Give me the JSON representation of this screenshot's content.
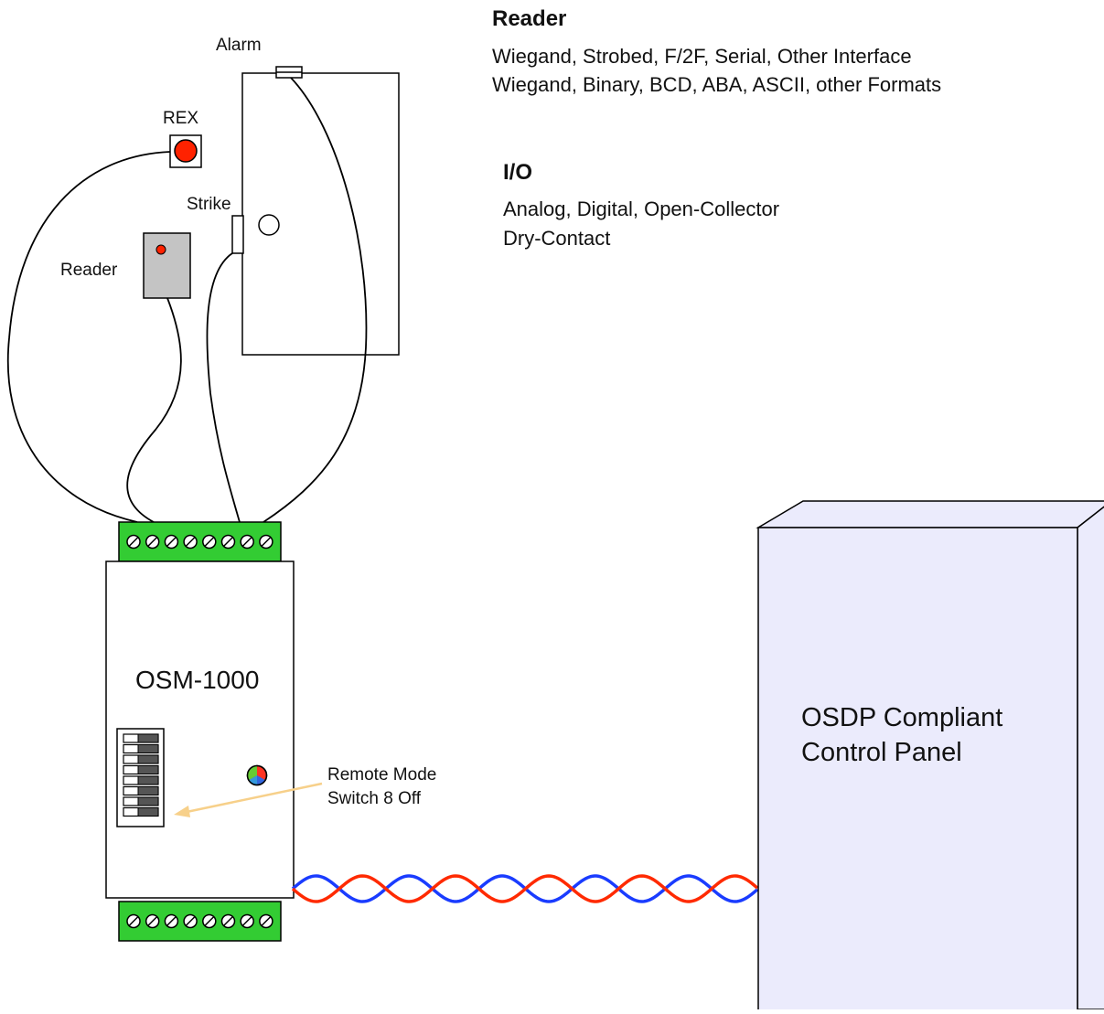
{
  "labels": {
    "alarm": "Alarm",
    "rex": "REX",
    "strike": "Strike",
    "reader": "Reader",
    "device_name": "OSM-1000",
    "remote_mode": "Remote Mode",
    "switch_8_off": "Switch 8 Off",
    "panel_line1": "OSDP Compliant",
    "panel_line2": "Control Panel"
  },
  "reader_section": {
    "heading": "Reader",
    "line1": "Wiegand, Strobed, F/2F, Serial, Other Interface",
    "line2": "Wiegand, Binary, BCD, ABA, ASCII, other Formats"
  },
  "io_section": {
    "heading": "I/O",
    "line1": "Analog, Digital, Open-Collector",
    "line2": "Dry-Contact"
  },
  "colors": {
    "terminal_green": "#33cc33",
    "rex_red": "#ff2200",
    "reader_gray": "#c4c4c4",
    "panel_fill": "#ebebfc",
    "wire_red": "#ff2a00",
    "wire_blue": "#1a3cff",
    "arrow": "#f7d08a"
  },
  "terminal_screw_count": 8,
  "dip_switch_count": 8
}
